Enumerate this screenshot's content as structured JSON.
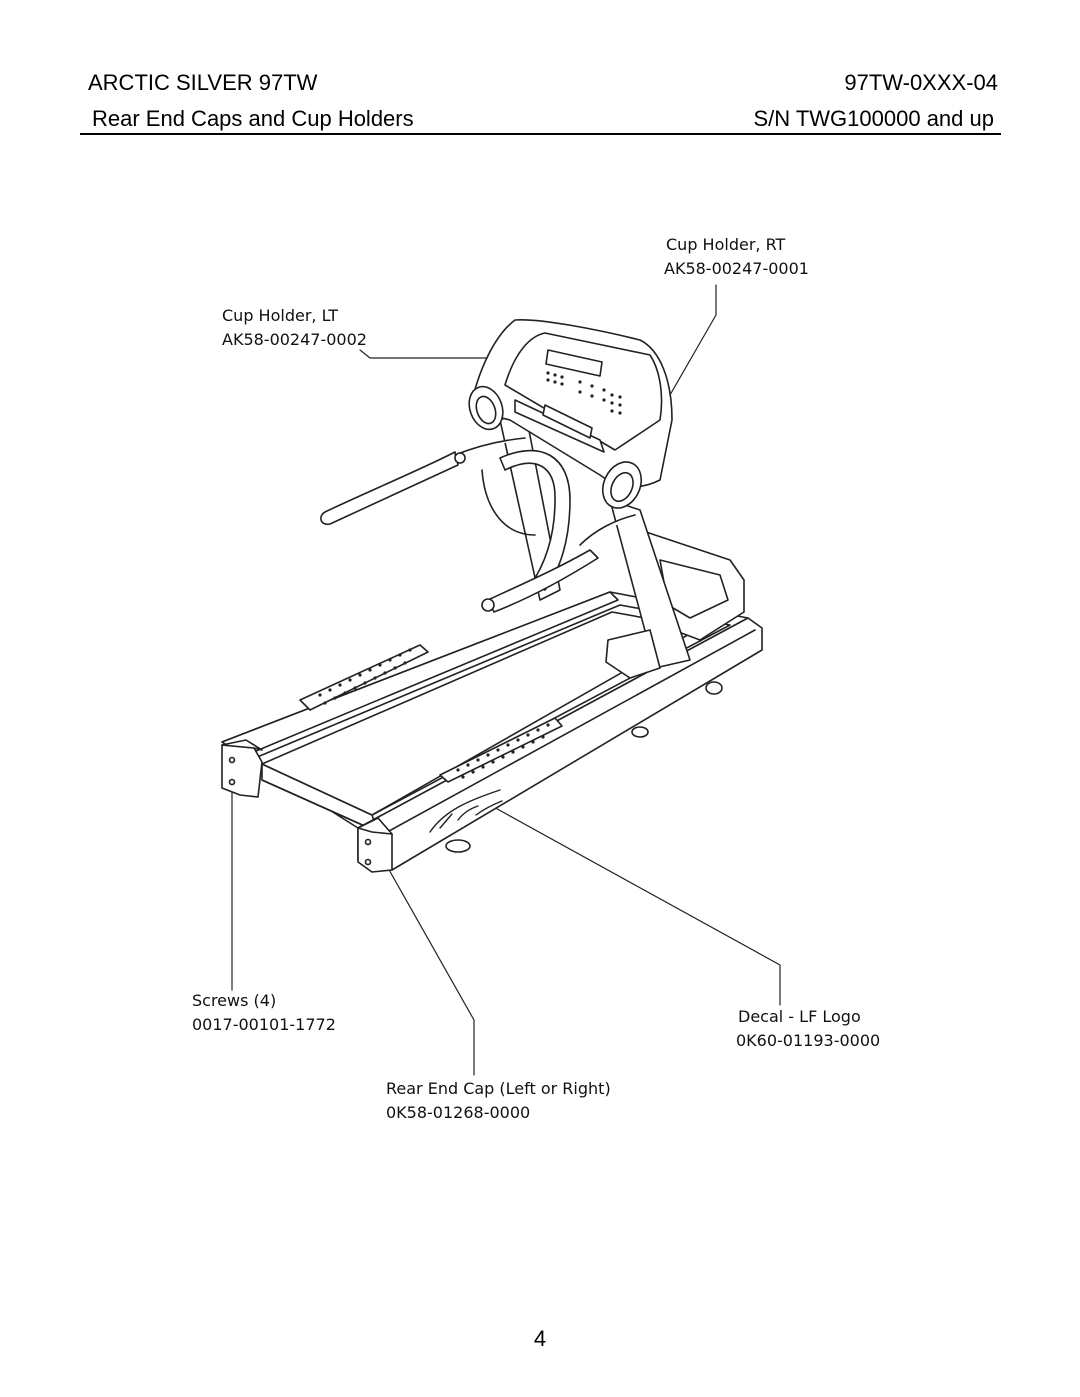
{
  "header": {
    "model": "ARCTIC SILVER 97TW",
    "doc_number": "97TW-0XXX-04",
    "section_title": "Rear End Caps and Cup Holders",
    "serial_range": "S/N TWG100000 and up"
  },
  "callouts": {
    "cup_holder_rt": {
      "name": "Cup Holder, RT",
      "part": "AK58-00247-0001"
    },
    "cup_holder_lt": {
      "name": "Cup Holder, LT",
      "part": "AK58-00247-0002"
    },
    "screws": {
      "name": "Screws (4)",
      "part": "0017-00101-1772"
    },
    "decal": {
      "name": "Decal - LF Logo",
      "part": "0K60-01193-0000"
    },
    "rear_end_cap": {
      "name": "Rear End Cap (Left or Right)",
      "part": "0K58-01268-0000"
    }
  },
  "page_number": "4"
}
